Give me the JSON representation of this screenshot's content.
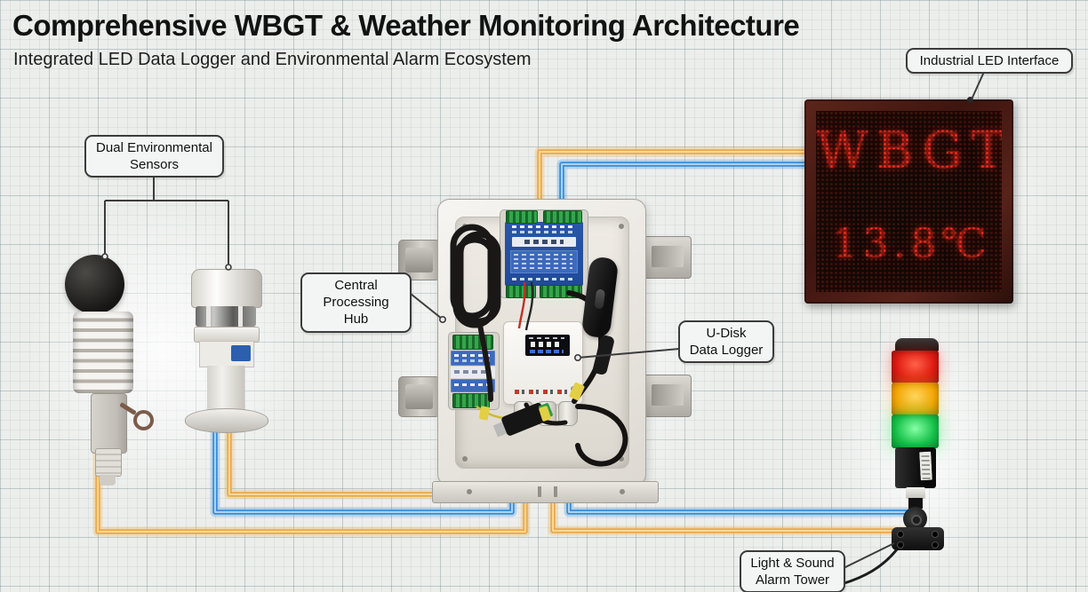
{
  "header": {
    "title": "Comprehensive WBGT & Weather Monitoring Architecture",
    "subtitle": "Integrated LED Data Logger and Environmental Alarm Ecosystem"
  },
  "callouts": {
    "dual_sensors": {
      "line1": "Dual Environmental",
      "line2": "Sensors"
    },
    "central_hub": {
      "line1": "Central",
      "line2": "Processing Hub"
    },
    "udisk_logger": {
      "line1": "U-Disk",
      "line2": "Data Logger"
    },
    "led_interface": {
      "label": "Industrial LED Interface"
    },
    "alarm_tower": {
      "line1": "Light & Sound",
      "line2": "Alarm Tower"
    }
  },
  "led_display": {
    "line1": "WBGT",
    "line2": "13.8℃",
    "text_color": "#ff2d20"
  },
  "colors": {
    "wire_yellow": "#e9a94c",
    "wire_blue": "#3b8cd6",
    "tower_red": "#e01d14",
    "tower_amber": "#f3a402",
    "tower_green": "#17c24a",
    "led_frame": "#4a1d15"
  }
}
